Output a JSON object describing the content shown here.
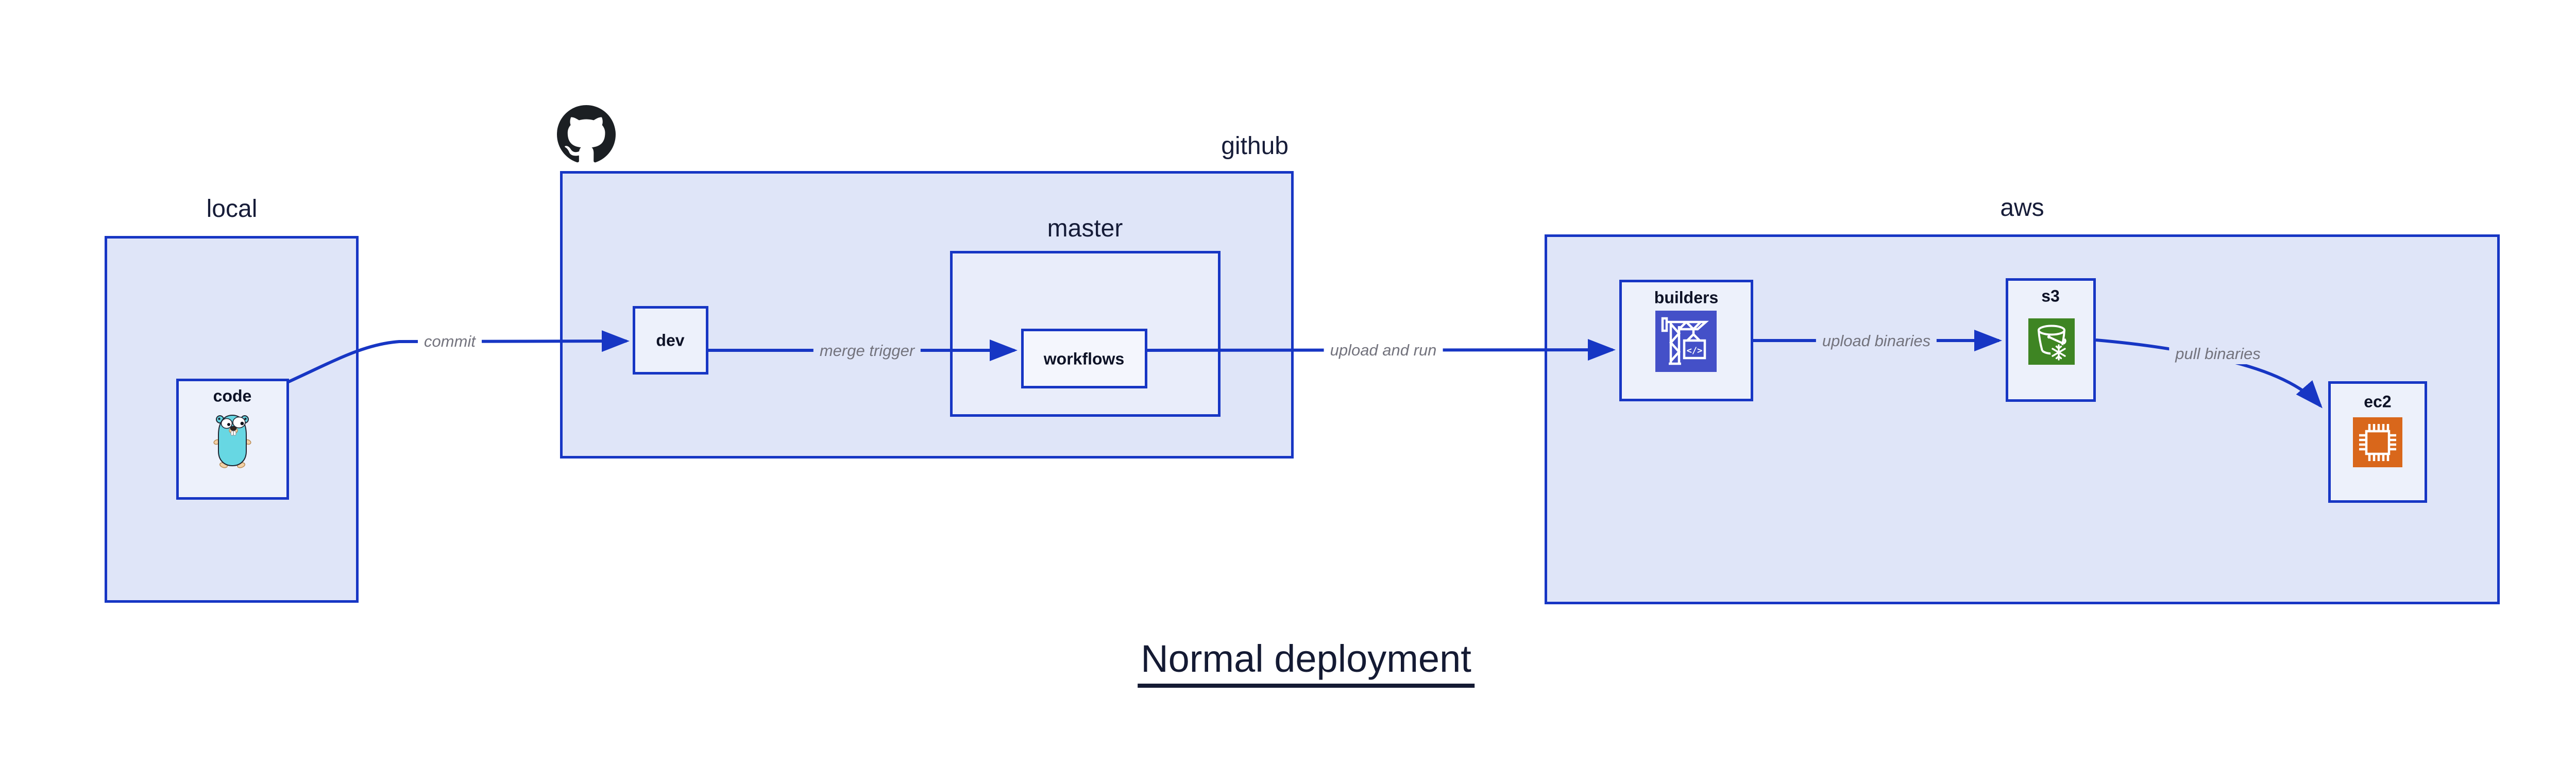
{
  "title": "Normal deployment",
  "colors": {
    "blue": "#1736c4",
    "page_bg": "#ffffff",
    "group_fill": "#dfe5f8",
    "inner_fill": "#edf1fb",
    "master_fill": "#e9edfa",
    "workflows_fill": "#f4f6fd",
    "label_gray": "#73737d",
    "navy": "#161c38",
    "node_text": "#0d1226",
    "codebuild_bg": "#4450c8",
    "s3_bg": "#3e8523",
    "ec2_bg": "#d9671b",
    "title_color": "#141a33",
    "octocat_black": "#1b1f23",
    "gopher_body": "#67d7e3",
    "gopher_skin": "#f3d1a6"
  },
  "groups": {
    "local": {
      "label": "local"
    },
    "github": {
      "label": "github",
      "icon": "github-octocat-icon"
    },
    "master": {
      "label": "master"
    },
    "aws": {
      "label": "aws"
    }
  },
  "nodes": {
    "code": {
      "label": "code",
      "icon": "go-gopher-icon"
    },
    "dev": {
      "label": "dev"
    },
    "workflows": {
      "label": "workflows"
    },
    "builders": {
      "label": "builders",
      "icon": "codebuild-crane-icon",
      "icon_text": "</>"
    },
    "s3": {
      "label": "s3",
      "icon": "s3-glacier-bucket-icon"
    },
    "ec2": {
      "label": "ec2",
      "icon": "ec2-chip-icon"
    }
  },
  "edges": {
    "commit": {
      "label": "commit",
      "from": "code",
      "to": "dev"
    },
    "merge_trigger": {
      "label": "merge trigger",
      "from": "dev",
      "to": "workflows"
    },
    "upload_and_run": {
      "label": "upload and run",
      "from": "workflows",
      "to": "builders"
    },
    "upload_binaries": {
      "label": "upload binaries",
      "from": "builders",
      "to": "s3"
    },
    "pull_binaries": {
      "label": "pull binaries",
      "from": "s3",
      "to": "ec2"
    }
  }
}
